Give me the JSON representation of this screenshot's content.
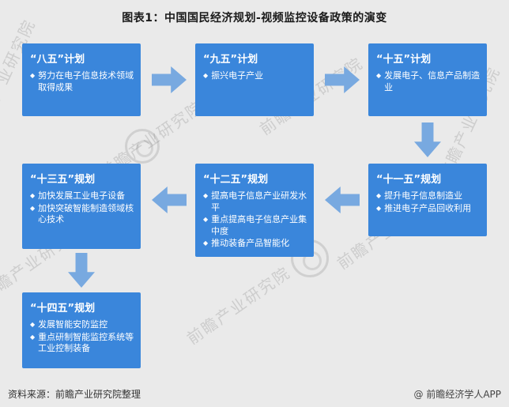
{
  "title": "图表1：中国国民经济规划-视频监控设备政策的演变",
  "ui": {
    "bullet_char": "◆"
  },
  "watermark": {
    "text": "前瞻产业研究院"
  },
  "footer": {
    "source": "资料来源：前瞻产业研究院整理",
    "brand": "@ 前瞻经济学人APP"
  },
  "colors": {
    "node_bg": "#3a86db",
    "arrow": "#78a9e0",
    "page_bg": "#eaeaea"
  },
  "chart_data": {
    "type": "flowchart",
    "title": "图表1：中国国民经济规划-视频监控设备政策的演变",
    "nodes": [
      {
        "title": "“八五”计划",
        "bullets": [
          "努力在电子信息技术领域取得成果"
        ]
      },
      {
        "title": "“九五”计划",
        "bullets": [
          "振兴电子产业"
        ]
      },
      {
        "title": "“十五”计划",
        "bullets": [
          "发展电子、信息产品制造业"
        ]
      },
      {
        "title": "“十一五”规划",
        "bullets": [
          "提升电子信息制造业",
          "推进电子产品回收利用"
        ]
      },
      {
        "title": "“十二五”规划",
        "bullets": [
          "提高电子信息产业研发水平",
          "重点提高电子信息产业集中度",
          "推动装备产品智能化"
        ]
      },
      {
        "title": "“十三五”规划",
        "bullets": [
          "加快发展工业电子设备",
          "加快突破智能制造领域核心技术"
        ]
      },
      {
        "title": "“十四五”规划",
        "bullets": [
          "发展智能安防监控",
          "重点研制智能监控系统等工业控制装备"
        ]
      }
    ],
    "edges": [
      {
        "from": "“八五”计划",
        "to": "“九五”计划",
        "direction": "right"
      },
      {
        "from": "“九五”计划",
        "to": "“十五”计划",
        "direction": "right"
      },
      {
        "from": "“十五”计划",
        "to": "“十一五”规划",
        "direction": "down"
      },
      {
        "from": "“十一五”规划",
        "to": "“十二五”规划",
        "direction": "left"
      },
      {
        "from": "“十二五”规划",
        "to": "“十三五”规划",
        "direction": "left"
      },
      {
        "from": "“十三五”规划",
        "to": "“十四五”规划",
        "direction": "down"
      }
    ]
  }
}
